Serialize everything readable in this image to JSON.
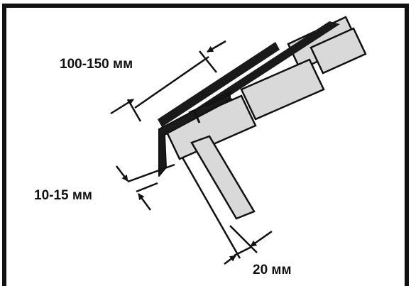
{
  "diagram": {
    "dimensions": [
      {
        "id": "overlap",
        "label": "100-150 мм"
      },
      {
        "id": "drip-gap",
        "label": "10-15 мм"
      },
      {
        "id": "fascia-gap",
        "label": "20 мм"
      }
    ],
    "colors": {
      "frame": "#111111",
      "tile_fill": "#d9d9d9",
      "flashing": "#1a1a1a",
      "line": "#111111",
      "background": "#ffffff"
    }
  }
}
